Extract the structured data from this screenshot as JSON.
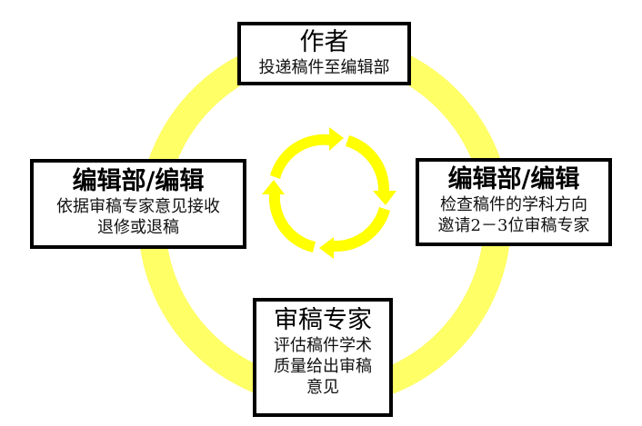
{
  "diagram": {
    "type": "cycle",
    "colors": {
      "outer_ring": "#FFFF66",
      "inner_arrows": "#FFFF00",
      "box_border": "#000000",
      "box_fill": "#FFFFFF"
    },
    "nodes": [
      {
        "id": "author",
        "title": "作者",
        "lines": [
          "投递稿件至编辑部"
        ]
      },
      {
        "id": "editor-check",
        "title": "编辑部/编辑",
        "lines": [
          "检查稿件的学科方向",
          "邀请2－3位审稿专家"
        ]
      },
      {
        "id": "reviewer",
        "title": "审稿专家",
        "lines": [
          "评估稿件学术",
          "质量给出审稿",
          "意见"
        ]
      },
      {
        "id": "editor-decision",
        "title": "编辑部/编辑",
        "lines": [
          "依据审稿专家意见接收",
          "退修或退稿"
        ]
      }
    ],
    "flow": [
      "author",
      "editor-check",
      "reviewer",
      "editor-decision",
      "author"
    ],
    "center_icon": "clockwise-cycle-arrows"
  }
}
